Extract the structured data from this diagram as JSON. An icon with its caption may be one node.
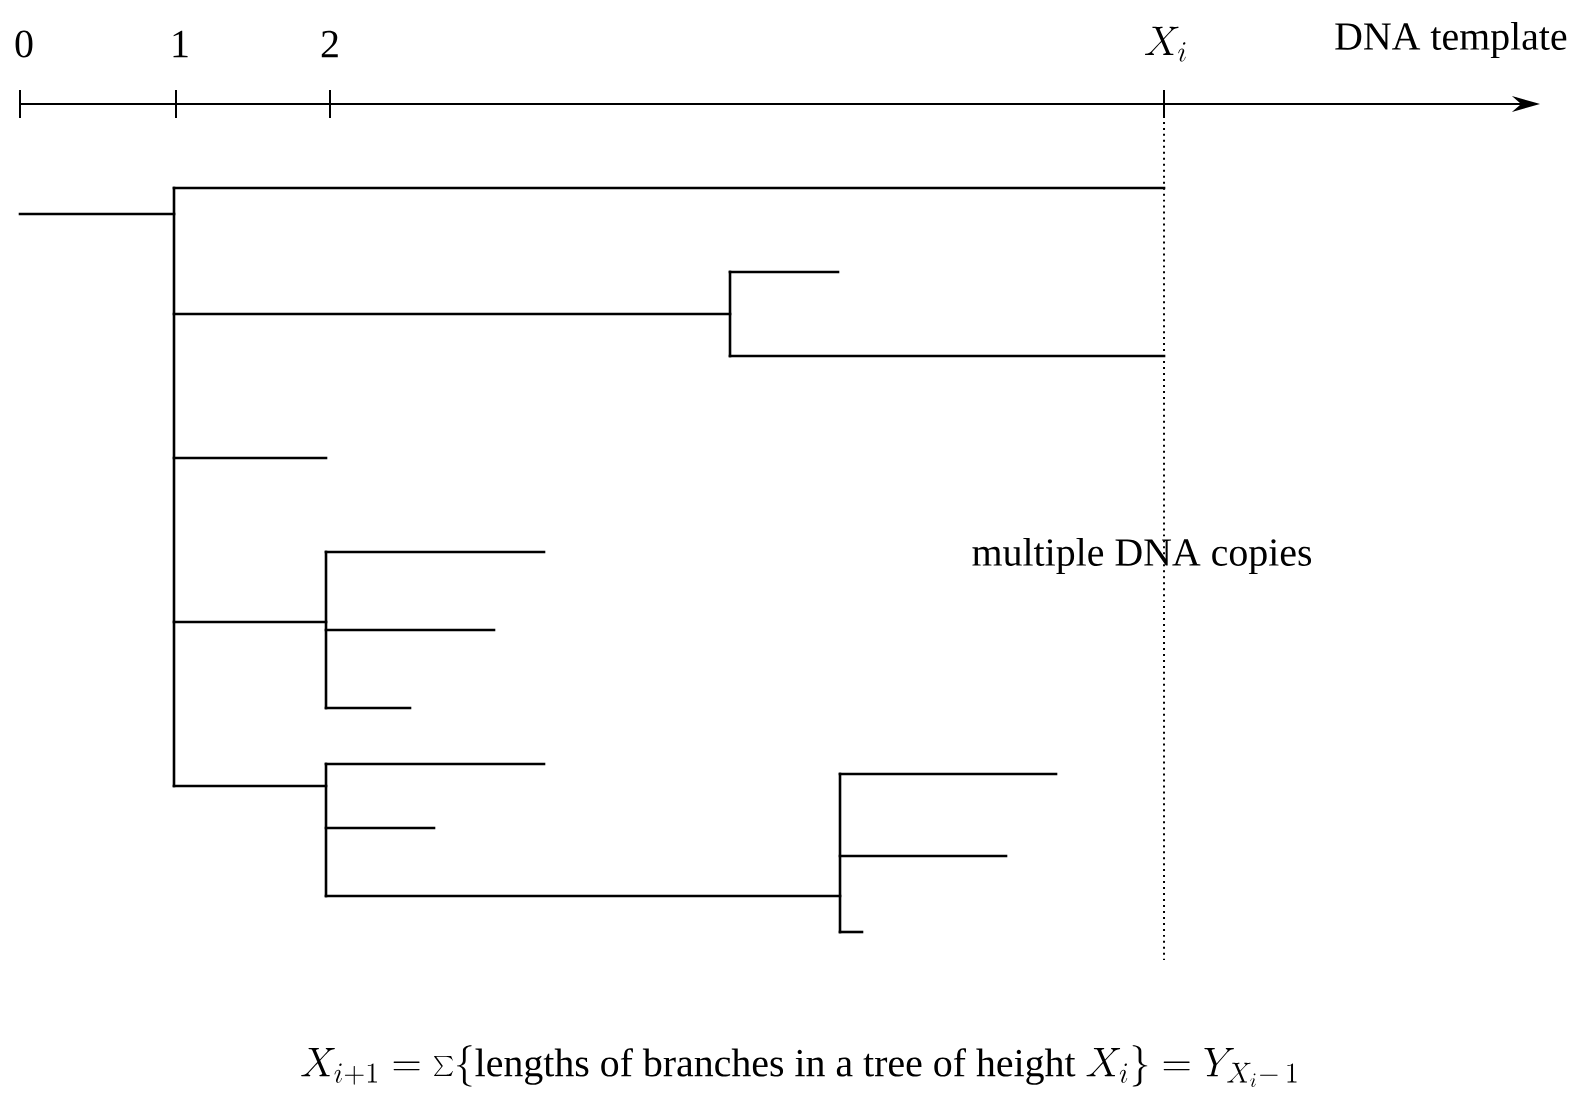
{
  "diagram": {
    "labels": [
      "0",
      "1",
      "2",
      "X_i",
      "DNA template",
      "multiple DNA copies",
      "X_{i+1}= \\sum\\{\\mathrm{lengths\\ of\\ branches\\ in\\ a\\ tree\\ of\\ height}\\ X_i\\} = Y_{X_i -\\,1}"
    ]
  }
}
